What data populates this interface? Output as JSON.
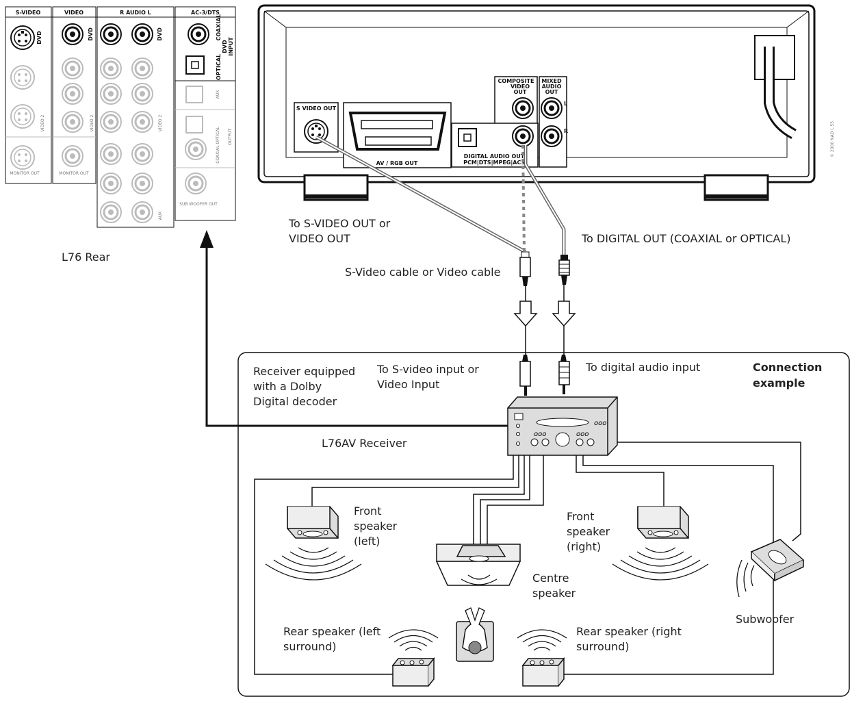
{
  "panel": {
    "sections": [
      "S-VIDEO",
      "VIDEO",
      "R  AUDIO  L",
      "AC-3/DTS"
    ],
    "labels": {
      "dvd": "DVD",
      "coaxial": "COAXIAL",
      "optical": "OPTICAL",
      "dvd_input": "DVD",
      "input": "INPUT",
      "monitor_out": "MONITOR OUT",
      "video2": "VIDEO 2",
      "aux": "AUX",
      "coaxial_optical": "COAXIAL OPTICAL",
      "output": "OUTPUT",
      "subwoofer_out": "SUB WOOFER OUT"
    },
    "caption": "L76 Rear"
  },
  "player": {
    "s_video_out": "S VIDEO OUT",
    "av_rgb_out": "AV / RGB OUT",
    "composite_video_out": [
      "COMPOSITE",
      "VIDEO",
      "OUT"
    ],
    "mixed_audio_out": [
      "MIXED",
      "AUDIO",
      "OUT"
    ],
    "channel_l": "L",
    "channel_r": "R",
    "digital_audio_out": [
      "DIGITAL AUDIO OUT",
      "PCM|DTS|MPEG|AC3"
    ],
    "copyright": "© 2000 NAD L 55"
  },
  "cables": {
    "to_svideo_out": [
      "To S-VIDEO OUT or",
      "VIDEO OUT"
    ],
    "to_digital_out": "To DIGITAL OUT (COAXIAL or OPTICAL)",
    "svideo_cable": "S-Video cable or Video cable"
  },
  "example": {
    "receiver_desc": [
      "Receiver equipped",
      "with a Dolby",
      "Digital decoder"
    ],
    "to_svideo_input": [
      "To S-video input or",
      "Video Input"
    ],
    "to_digital_input": "To digital audio input",
    "title": [
      "Connection",
      "example"
    ],
    "receiver_name": "L76AV Receiver",
    "front_left": [
      "Front",
      "speaker",
      "(left)"
    ],
    "front_right": [
      "Front",
      "speaker",
      "(right)"
    ],
    "centre": [
      "Centre",
      "speaker"
    ],
    "rear_left": [
      "Rear speaker (left",
      "surround)"
    ],
    "rear_right": [
      "Rear speaker (right",
      "surround)"
    ],
    "subwoofer": "Subwoofer"
  }
}
